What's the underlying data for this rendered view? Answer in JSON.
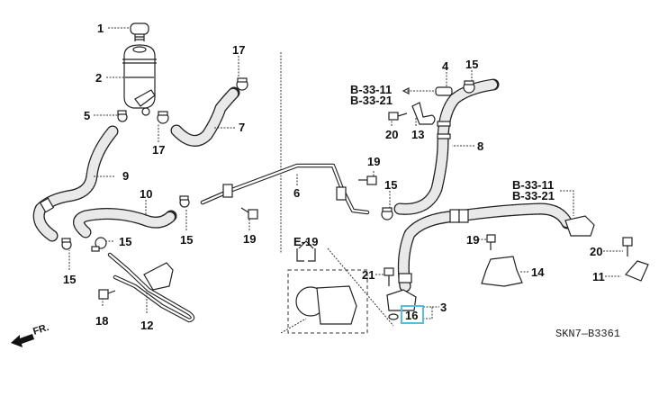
{
  "diagram": {
    "type": "exploded parts diagram",
    "subject": "Power steering hoses and lines",
    "diagram_code": "SKN7—B3361",
    "direction_indicator": "FR.",
    "highlight_color": "#55bde0",
    "highlighted_part": "16",
    "references": {
      "top_ref_1": "B-33-11",
      "top_ref_2": "B-33-21",
      "right_ref_1": "B-33-11",
      "right_ref_2": "B-33-21",
      "pump_ref": "E-19"
    },
    "callouts": [
      {
        "id": "c1",
        "label": "1"
      },
      {
        "id": "c2",
        "label": "2"
      },
      {
        "id": "c3",
        "label": "3"
      },
      {
        "id": "c4",
        "label": "4"
      },
      {
        "id": "c5",
        "label": "5"
      },
      {
        "id": "c6",
        "label": "6"
      },
      {
        "id": "c7",
        "label": "7"
      },
      {
        "id": "c8",
        "label": "8"
      },
      {
        "id": "c9",
        "label": "9"
      },
      {
        "id": "c10",
        "label": "10"
      },
      {
        "id": "c11",
        "label": "11"
      },
      {
        "id": "c12",
        "label": "12"
      },
      {
        "id": "c13",
        "label": "13"
      },
      {
        "id": "c14",
        "label": "14"
      },
      {
        "id": "c15a",
        "label": "15"
      },
      {
        "id": "c15b",
        "label": "15"
      },
      {
        "id": "c15c",
        "label": "15"
      },
      {
        "id": "c15d",
        "label": "15"
      },
      {
        "id": "c15e",
        "label": "15"
      },
      {
        "id": "c16",
        "label": "16"
      },
      {
        "id": "c17a",
        "label": "17"
      },
      {
        "id": "c17b",
        "label": "17"
      },
      {
        "id": "c18",
        "label": "18"
      },
      {
        "id": "c19a",
        "label": "19"
      },
      {
        "id": "c19b",
        "label": "19"
      },
      {
        "id": "c19c",
        "label": "19"
      },
      {
        "id": "c20a",
        "label": "20"
      },
      {
        "id": "c20b",
        "label": "20"
      },
      {
        "id": "c21",
        "label": "21"
      }
    ]
  }
}
